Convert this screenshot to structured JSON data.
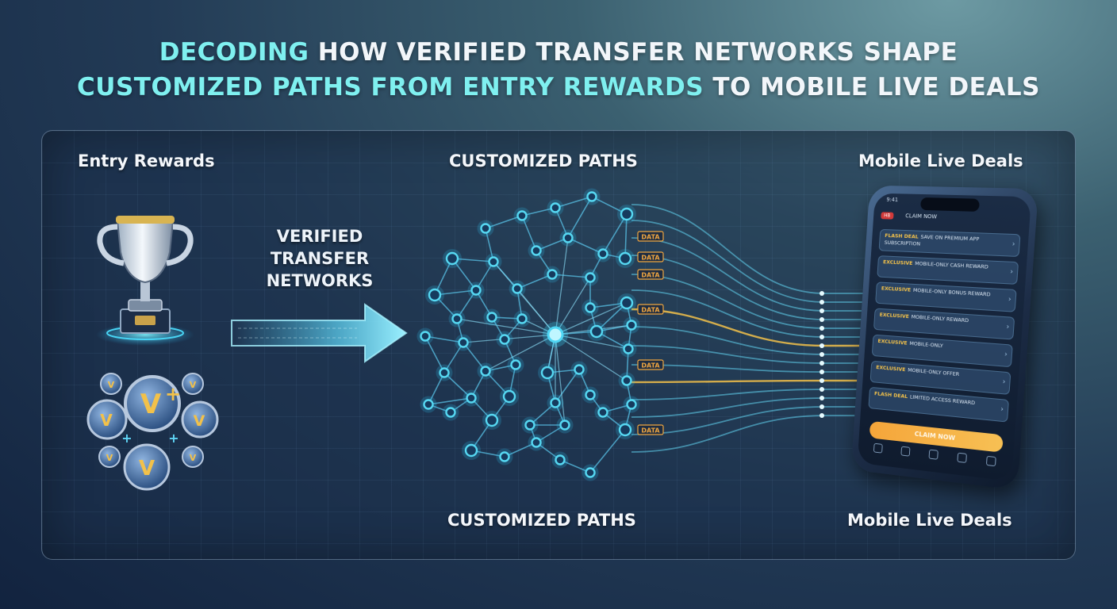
{
  "title": {
    "line1_highlight": "DECODING",
    "line1_rest": " HOW VERIFIED TRANSFER NETWORKS SHAPE",
    "line2_highlight": "CUSTOMIZED PATHS FROM ENTRY REWARDS",
    "line2_rest": " TO MOBILE LIVE DEALS"
  },
  "labels": {
    "entry_rewards": "Entry Rewards",
    "customized_paths_top": "CUSTOMIZED PATHS",
    "customized_paths_bottom": "CUSTOMIZED PATHS",
    "mobile_live_deals_top": "Mobile Live Deals",
    "mobile_live_deals_bottom": "Mobile Live Deals",
    "verified_transfer_networks": [
      "VERIFIED",
      "TRANSFER",
      "NETWORKS"
    ]
  },
  "data_tag": "DATA",
  "coin_letter": "V",
  "coin_plus": "+",
  "phone": {
    "status_time": "9:41",
    "badge": "HB",
    "header": "CLAIM NOW",
    "deals": [
      {
        "tag": "FLASH DEAL",
        "text": "SAVE ON PREMIUM APP SUBSCRIPTION"
      },
      {
        "tag": "EXCLUSIVE",
        "text": "MOBILE-ONLY CASH REWARD"
      },
      {
        "tag": "EXCLUSIVE",
        "text": "MOBILE-ONLY BONUS REWARD"
      },
      {
        "tag": "EXCLUSIVE",
        "text": "MOBILE-ONLY REWARD"
      },
      {
        "tag": "EXCLUSIVE",
        "text": "MOBILE-ONLY"
      },
      {
        "tag": "EXCLUSIVE",
        "text": "MOBILE-ONLY OFFER"
      },
      {
        "tag": "FLASH DEAL",
        "text": "LIMITED ACCESS REWARD"
      }
    ],
    "claim_button": "CLAIM NOW"
  },
  "colors": {
    "highlight": "#7ff0f0",
    "node": "#56d8f2",
    "data_tag": "#f0a640",
    "gold_line": "#f2c14a"
  }
}
